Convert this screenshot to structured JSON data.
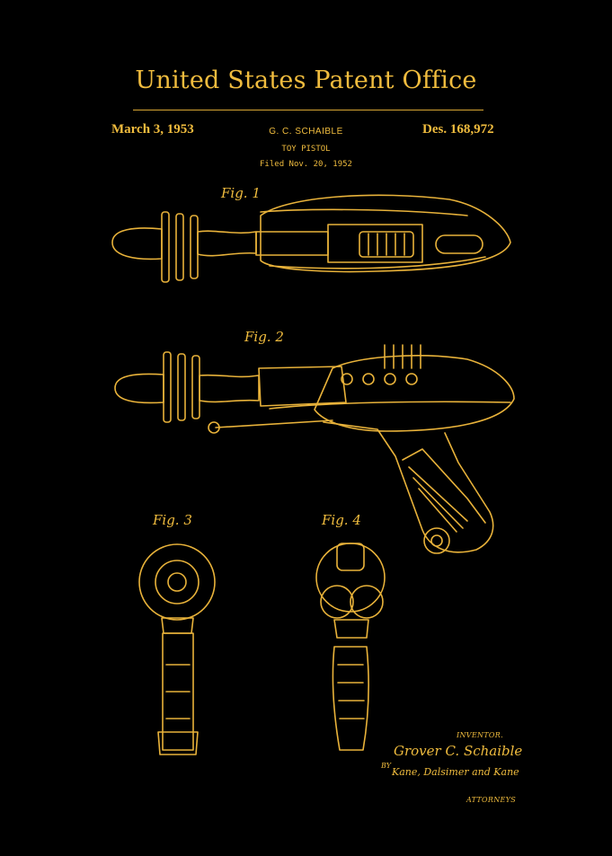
{
  "header": {
    "office": "United States Patent Office",
    "date": "March 3, 1953",
    "inventor_name": "G. C. SCHAIBLE",
    "design_number": "Des. 168,972",
    "title": "TOY PISTOL",
    "filed": "Filed Nov. 20, 1952"
  },
  "figures": {
    "fig1": "Fig. 1",
    "fig2": "Fig. 2",
    "fig3": "Fig. 3",
    "fig4": "Fig. 4"
  },
  "signatures": {
    "inventor_label": "INVENTOR.",
    "inventor_signature": "Grover C. Schaible",
    "by": "BY",
    "attorney_signature": "Kane, Dalsimer and Kane",
    "attorneys_label": "ATTORNEYS"
  },
  "colors": {
    "background": "#000000",
    "ink": "#e8b23a"
  }
}
